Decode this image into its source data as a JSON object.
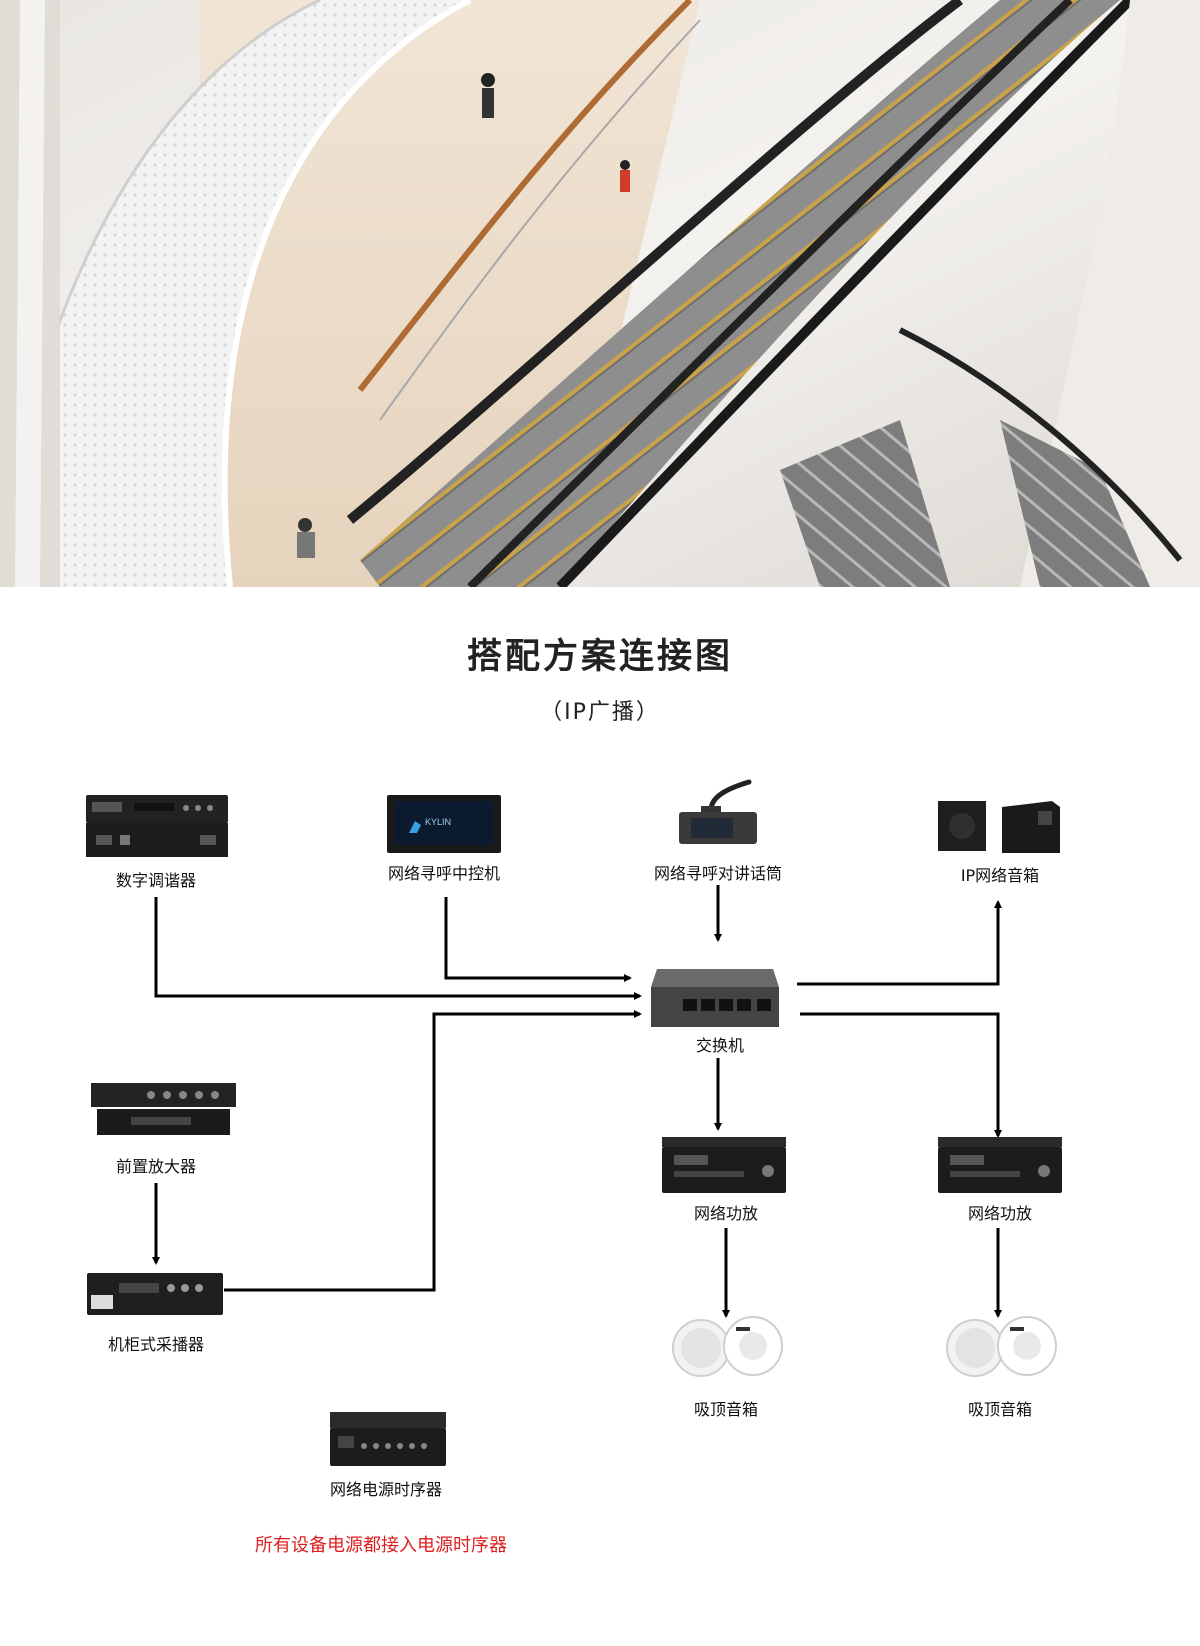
{
  "title": "搭配方案连接图",
  "subtitle": "（IP广播）",
  "devices": {
    "digital_tuner": "数字调谐器",
    "paging_controller": "网络寻呼中控机",
    "paging_mic": "网络寻呼对讲话筒",
    "ip_speaker": "IP网络音箱",
    "switch": "交换机",
    "preamp": "前置放大器",
    "rack_player": "机柜式采播器",
    "amp_1": "网络功放",
    "amp_2": "网络功放",
    "ceiling_speaker_1": "吸顶音箱",
    "ceiling_speaker_2": "吸顶音箱",
    "power_sequencer": "网络电源时序器"
  },
  "controller_logo": "KYLIN",
  "note": "所有设备电源都接入电源时序器",
  "connections": [
    {
      "from": "数字调谐器",
      "to": "交换机"
    },
    {
      "from": "网络寻呼中控机",
      "to": "交换机"
    },
    {
      "from": "网络寻呼对讲话筒",
      "to": "交换机"
    },
    {
      "from": "机柜式采播器",
      "to": "交换机"
    },
    {
      "from": "前置放大器",
      "to": "机柜式采播器"
    },
    {
      "from": "交换机",
      "to": "IP网络音箱"
    },
    {
      "from": "交换机",
      "to": "网络功放"
    },
    {
      "from": "交换机",
      "to": "网络功放"
    },
    {
      "from": "网络功放",
      "to": "吸顶音箱"
    },
    {
      "from": "网络功放",
      "to": "吸顶音箱"
    }
  ],
  "colors": {
    "note": "#e02020",
    "wire": "#000000"
  }
}
